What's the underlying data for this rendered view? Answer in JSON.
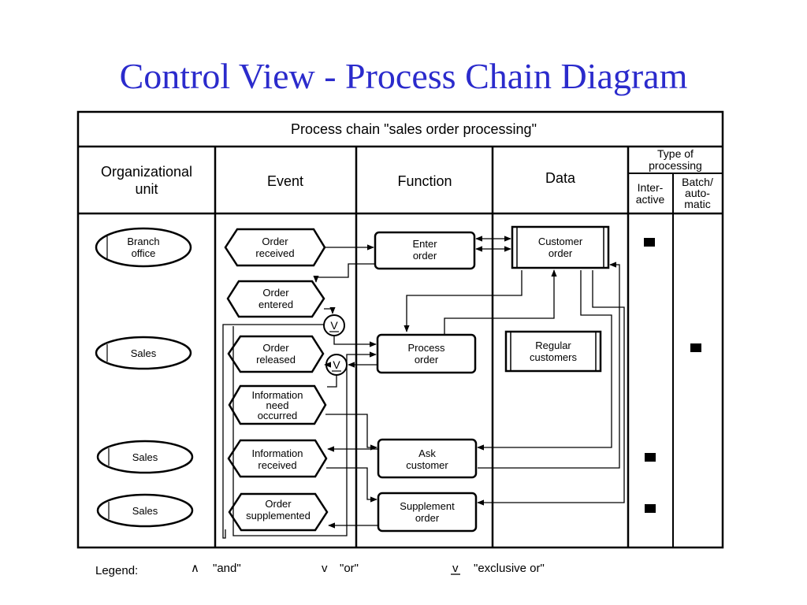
{
  "slide": {
    "title": "Control View - Process Chain Diagram"
  },
  "table": {
    "title": "Process chain \"sales order processing\"",
    "headers": {
      "org_line1": "Organizational",
      "org_line2": "unit",
      "event": "Event",
      "function": "Function",
      "data": "Data",
      "type_line1": "Type of",
      "type_line2": "processing",
      "inter_line1": "Inter-",
      "inter_line2": "active",
      "batch_line1": "Batch/",
      "batch_line2": "auto-",
      "batch_line3": "matic"
    }
  },
  "org_units": [
    {
      "line1": "Branch",
      "line2": "office"
    },
    {
      "line1": "Sales"
    },
    {
      "line1": "Sales"
    },
    {
      "line1": "Sales"
    }
  ],
  "events": [
    {
      "line1": "Order",
      "line2": "received"
    },
    {
      "line1": "Order",
      "line2": "entered"
    },
    {
      "line1": "Order",
      "line2": "released"
    },
    {
      "line1": "Information",
      "line2": "need",
      "line3": "occurred"
    },
    {
      "line1": "Information",
      "line2": "received"
    },
    {
      "line1": "Order",
      "line2": "supplemented"
    }
  ],
  "functions": [
    {
      "line1": "Enter",
      "line2": "order"
    },
    {
      "line1": "Process",
      "line2": "order"
    },
    {
      "line1": "Ask",
      "line2": "customer"
    },
    {
      "line1": "Supplement",
      "line2": "order"
    }
  ],
  "data_objects": [
    {
      "line1": "Customer",
      "line2": "order"
    },
    {
      "line1": "Regular",
      "line2": "customers"
    }
  ],
  "connectors": [
    {
      "symbol": "V"
    },
    {
      "symbol": "V"
    }
  ],
  "legend": {
    "label": "Legend:",
    "and_symbol": "∧",
    "and_text": "\"and\"",
    "or_symbol": "v",
    "or_text": "\"or\"",
    "xor_symbol": "v",
    "xor_text": "\"exclusive or\""
  }
}
